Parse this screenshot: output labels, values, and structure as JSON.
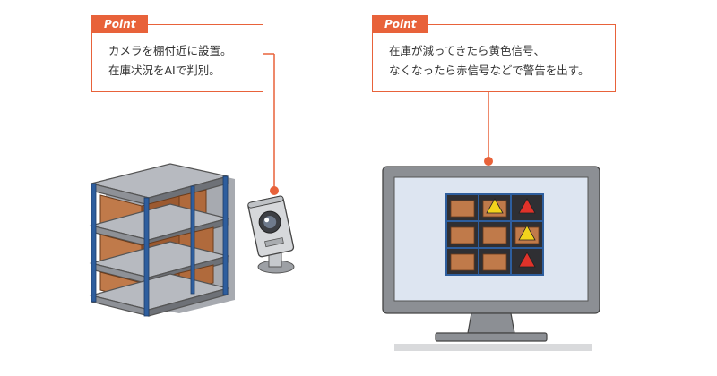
{
  "callouts": [
    {
      "tag": "Point",
      "text": "カメラを棚付近に設置。\n在庫状況をAIで判別。"
    },
    {
      "tag": "Point",
      "text": "在庫が減ってきたら黄色信号、\nなくなったら赤信号などで警告を出す。"
    }
  ],
  "colors": {
    "accent": "#e8623a",
    "box": "#c07a4a",
    "shelf_frame": "#2e5e9e",
    "warning_yellow": "#f2d31c",
    "alert_red": "#e0322a",
    "screen_bg": "#dde5f1",
    "monitor_gray": "#8c8f94"
  },
  "icons": [
    "shelf-unit",
    "security-camera",
    "monitor",
    "warning-triangle-yellow",
    "warning-triangle-red"
  ],
  "stock_grid": {
    "rows": [
      [
        "box",
        "box-warning-yellow",
        "empty-alert-red"
      ],
      [
        "box",
        "box",
        "box-warning-yellow"
      ],
      [
        "box",
        "box",
        "empty-alert-red"
      ]
    ]
  }
}
